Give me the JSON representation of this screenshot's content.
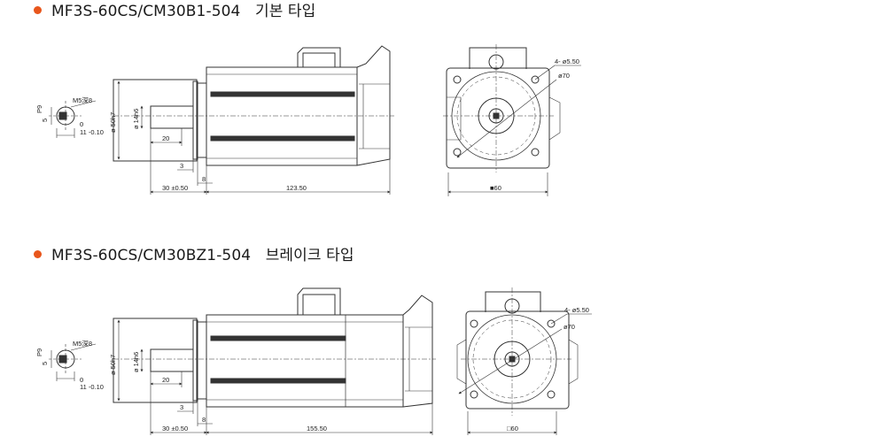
{
  "colors": {
    "bullet": "#e8561c",
    "line": "#333333"
  },
  "sections": [
    {
      "title": "MF3S-60CS/CM30B1-504   기본 타입",
      "labels": {
        "key_depth": "M5深8",
        "p9": "P9",
        "five": "5",
        "zero": "0",
        "tol": "11 -0.10",
        "d50": "ø 50h7",
        "d14": "ø 14h6",
        "len20": "20",
        "len3": "3",
        "len8": "8",
        "len30": "30 ±0.50",
        "body_len": "123.50",
        "holes": "4- ø5.50",
        "pcd": "ø70",
        "square": "■60"
      }
    },
    {
      "title": "MF3S-60CS/CM30BZ1-504   브레이크 타입",
      "labels": {
        "key_depth": "M5深8",
        "p9": "P9",
        "five": "5",
        "zero": "0",
        "tol": "11 -0.10",
        "d50": "ø 50h7",
        "d14": "ø 14h6",
        "len20": "20",
        "len3": "3",
        "len8": "8",
        "len30": "30 ±0.50",
        "body_len": "155.50",
        "holes": "4- ø5.50",
        "pcd": "ø70",
        "square": "□60"
      }
    }
  ]
}
